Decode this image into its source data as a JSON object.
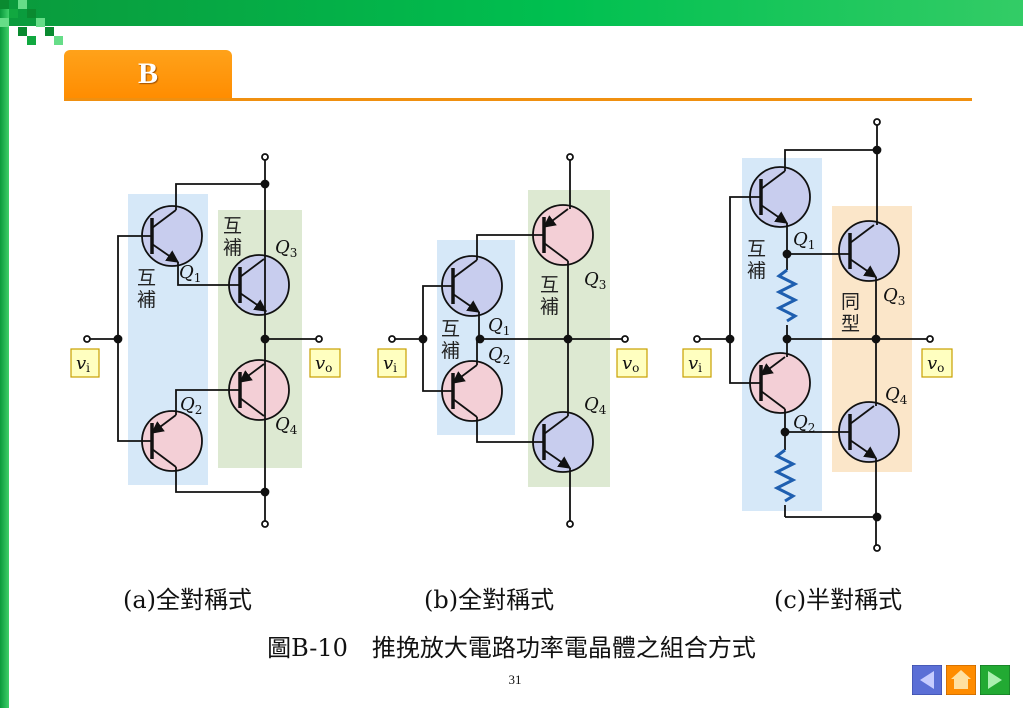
{
  "section_tab": "B",
  "figure": {
    "a": {
      "q1": "Q",
      "q1_sub": "1",
      "q2": "Q",
      "q2_sub": "2",
      "q3": "Q",
      "q3_sub": "3",
      "q4": "Q",
      "q4_sub": "4",
      "vi": "v",
      "vi_sub": "i",
      "vo": "v",
      "vo_sub": "o",
      "pair_label": [
        "互",
        "補"
      ],
      "caption": "(a)全對稱式"
    },
    "b": {
      "q1": "Q",
      "q1_sub": "1",
      "q2": "Q",
      "q2_sub": "2",
      "q3": "Q",
      "q3_sub": "3",
      "q4": "Q",
      "q4_sub": "4",
      "vi": "v",
      "vi_sub": "i",
      "vo": "v",
      "vo_sub": "o",
      "pair_label": [
        "互",
        "補"
      ],
      "caption": "(b)全對稱式"
    },
    "c": {
      "q1": "Q",
      "q1_sub": "1",
      "q2": "Q",
      "q2_sub": "2",
      "q3": "Q",
      "q3_sub": "3",
      "q4": "Q",
      "q4_sub": "4",
      "vi": "v",
      "vi_sub": "i",
      "vo": "v",
      "vo_sub": "o",
      "comp_label": [
        "互",
        "補"
      ],
      "same_label": [
        "同",
        "型"
      ],
      "caption": "(c)半對稱式"
    }
  },
  "figure_title": "圖B-10　推挽放大電路功率電晶體之組合方式",
  "page_number": "31",
  "nav": {
    "prev": "previous-slide",
    "home": "home",
    "next": "next-slide"
  },
  "colors": {
    "accent_orange": "#ff9a10",
    "top_green": "#00c050",
    "blue_panel": "#d6e8f8",
    "green_panel": "#dde9d2",
    "orange_panel": "#fbe6c9",
    "npn_fill": "#c8cdee",
    "pnp_fill": "#f3cfd6",
    "resistor_blue": "#1f5fb0",
    "label_box": "#ffffc0"
  }
}
